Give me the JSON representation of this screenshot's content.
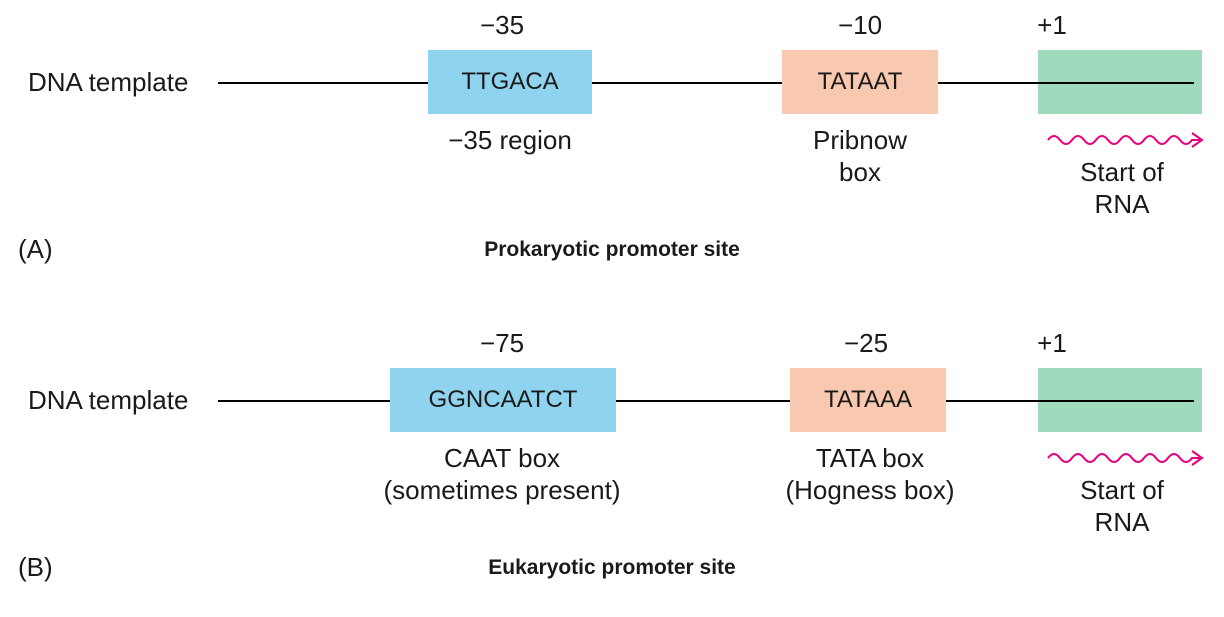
{
  "panel_a": {
    "dna_label": "DNA template",
    "positions": {
      "p1": "−35",
      "p2": "−10",
      "p3": "+1"
    },
    "seq1": "TTGACA",
    "seq2": "TATAAT",
    "desc1": [
      "−35 region"
    ],
    "desc2": [
      "Pribnow",
      "box"
    ],
    "start": [
      "Start of",
      "RNA"
    ],
    "tag": "(A)",
    "title": "Prokaryotic promoter site"
  },
  "panel_b": {
    "dna_label": "DNA template",
    "positions": {
      "p1": "−75",
      "p2": "−25",
      "p3": "+1"
    },
    "seq1": "GGNCAATCT",
    "seq2": "TATAAA",
    "desc1": [
      "CAAT box",
      "(sometimes present)"
    ],
    "desc2": [
      "TATA box",
      "(Hogness box)"
    ],
    "start": [
      "Start of",
      "RNA"
    ],
    "tag": "(B)",
    "title": "Eukaryotic promoter site"
  },
  "colors": {
    "upstream_box": "#8fd3ef",
    "core_box": "#f8c8b0",
    "start_box": "#a0dabd",
    "rna_arrow": "#e6007e"
  }
}
